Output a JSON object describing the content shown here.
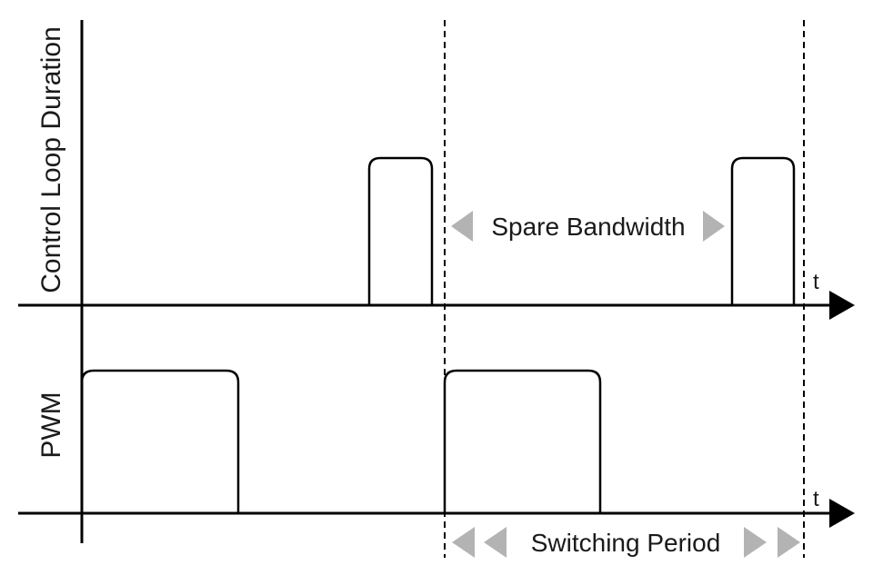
{
  "diagram": {
    "control_lane": {
      "label": "Control Loop Duration",
      "time_symbol": "t"
    },
    "pwm_lane": {
      "label": "PWM",
      "time_symbol": "t"
    },
    "spare_bandwidth_label": "Spare Bandwidth",
    "switching_period_label": "Switching Period"
  }
}
